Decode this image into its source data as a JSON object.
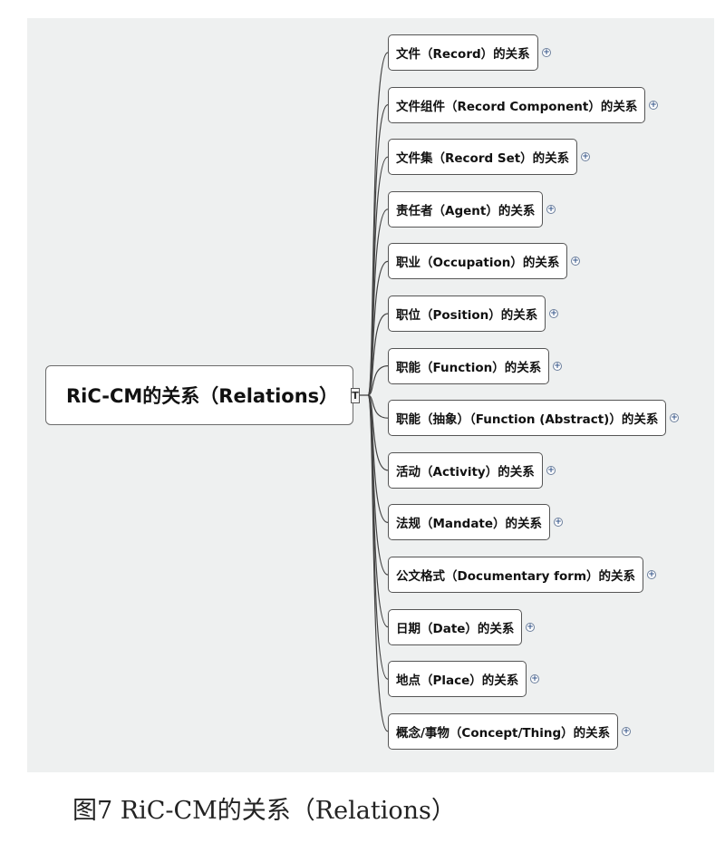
{
  "root": {
    "label": "RiC-CM的关系（Relations）",
    "icon": "T"
  },
  "branches": [
    "文件（Record）的关系",
    "文件组件（Record Component）的关系",
    "文件集（Record Set）的关系",
    "责任者（Agent）的关系",
    "职业（Occupation）的关系",
    "职位（Position）的关系",
    "职能（Function）的关系",
    "职能（抽象）（Function (Abstract)）的关系",
    "活动（Activity）的关系",
    "法规（Mandate）的关系",
    "公文格式（Documentary form）的关系",
    "日期（Date）的关系",
    "地点（Place）的关系",
    "概念/事物（Concept/Thing）的关系"
  ],
  "expand_symbol": "+",
  "caption": "图7  RiC-CM的关系（Relations）",
  "colors": {
    "panel": "#eef0f0",
    "border": "#555555",
    "expand": "#3a5a8c"
  }
}
